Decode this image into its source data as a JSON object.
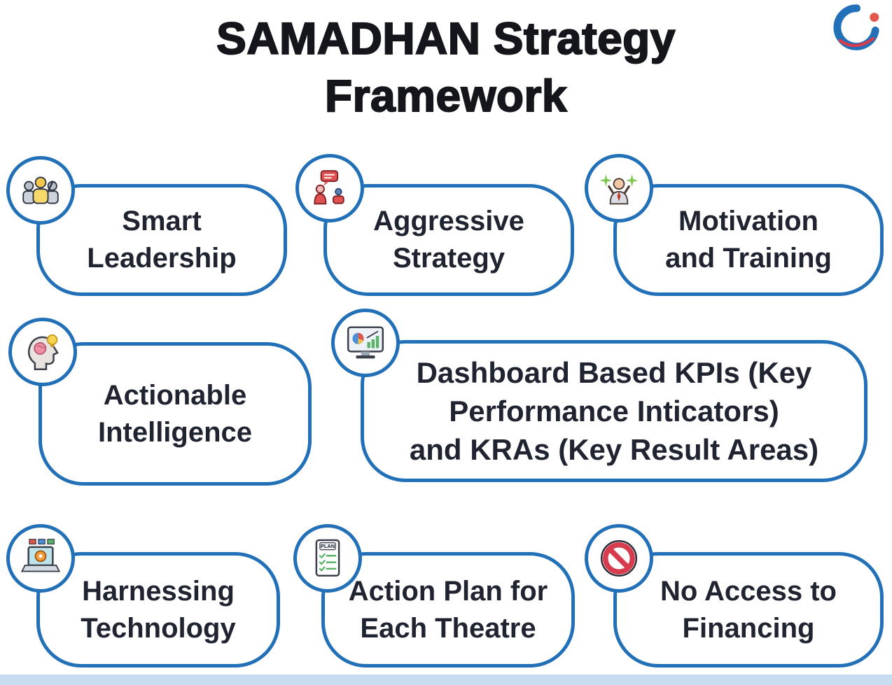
{
  "title": {
    "full": "SAMADHAN Strategy Framework",
    "line1": "SAMADHAN Strategy",
    "line2": "Framework"
  },
  "colors": {
    "accent_blue": "#2170b8",
    "text": "#1f2430",
    "prohibition_red": "#d63c4e",
    "footer_strip": "#c9ddf0"
  },
  "logo": {
    "icon": "brand-swoosh-logo"
  },
  "cards": [
    {
      "icon": "team-people-icon",
      "label": "Smart Leadership",
      "lines": [
        "Smart",
        "Leadership"
      ]
    },
    {
      "icon": "announcement-strategy-icon",
      "label": "Aggressive Strategy",
      "lines": [
        "Aggressive",
        "Strategy"
      ]
    },
    {
      "icon": "cheering-person-stars-icon",
      "label": "Motivation and Training",
      "lines": [
        "Motivation",
        "and Training"
      ]
    },
    {
      "icon": "head-brain-lightbulb-icon",
      "label": "Actionable Intelligence",
      "lines": [
        "Actionable",
        "Intelligence"
      ]
    },
    {
      "icon": "dashboard-monitor-icon",
      "label": "Dashboard Based KPIs (Key Performance Inticators) and KRAs (Key Result Areas)",
      "lines": [
        "Dashboard Based KPIs (Key",
        "Performance Inticators)",
        "and KRAs (Key Result Areas)"
      ]
    },
    {
      "icon": "laptop-gear-icon",
      "label": "Harnessing Technology",
      "lines": [
        "Harnessing",
        "Technology"
      ]
    },
    {
      "icon": "plan-checklist-icon",
      "icon_text": "PLAN",
      "label": "Action Plan for Each Theatre",
      "lines": [
        "Action Plan for",
        "Each Theatre"
      ]
    },
    {
      "icon": "prohibition-icon",
      "label": "No Access to Financing",
      "lines": [
        "No Access to",
        "Financing"
      ]
    }
  ]
}
